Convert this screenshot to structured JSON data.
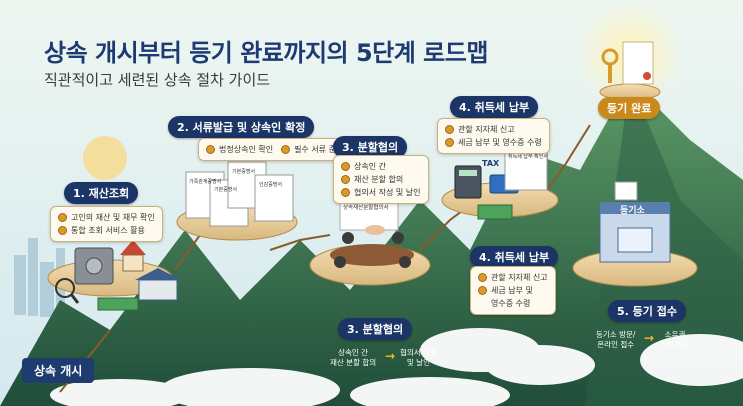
{
  "header": {
    "title": "상속 개시부터 등기 완료까지의 5단계 로드맵",
    "subtitle": "직관적이고 세련된 상속 절차 가이드"
  },
  "start": {
    "label": "상속 개시"
  },
  "finish": {
    "label": "등기 완료"
  },
  "steps": {
    "s1": {
      "title": "1. 재산조회",
      "items": [
        "고인의 재산 및 채무 확인",
        "통합 조회 서비스 활용"
      ]
    },
    "s2": {
      "title": "2. 서류발급 및 상속인 확정",
      "items": [
        "법정상속인 확인",
        "필수 서류 준비"
      ]
    },
    "s3": {
      "title": "3. 분할협의",
      "items": [
        "상속인 간",
        "재산 분할 합의",
        "협의서 작성 및 날인"
      ]
    },
    "s4": {
      "title": "4. 취득세 납부",
      "items": [
        "관할 지자체 신고",
        "세금 납부 및 영수증 수령"
      ]
    },
    "s4b": {
      "title": "4. 취득세 납부",
      "items": [
        "관할 지자체 신고",
        "세금 납부 및",
        "영수증 수령"
      ]
    },
    "s3b": {
      "title": "3. 분할협의",
      "flow_a": [
        "상속인 간",
        "재산 분할 합의"
      ],
      "flow_b": [
        "협의서 작성",
        "및 날인"
      ]
    },
    "s5": {
      "title": "5. 등기 접수",
      "flow_a": [
        "등기소 방문/",
        "온라인 접수"
      ],
      "flow_b": [
        "소유권",
        "이전 완료"
      ]
    }
  },
  "labels": {
    "registry": "등기소",
    "tax": "TAX",
    "doc_agreement": "상속재산분할협의서",
    "doc_receipt": "취득세 납부 확인서",
    "doc_a": "가족관계증명서",
    "doc_b": "기본증명서",
    "doc_c": "기본증명서",
    "doc_d": "인감증명서"
  },
  "icons": [
    "document-icon",
    "magnifier-icon",
    "safe-icon",
    "house-icon",
    "bank-icon",
    "handshake-icon",
    "calculator-icon",
    "card-icon",
    "cash-icon",
    "key-icon",
    "registry-building-icon"
  ],
  "colors": {
    "navy": "#1f3c70",
    "gold": "#d99a2b",
    "mountain_green": "#3f7a52",
    "platform": "#e8cfa0",
    "sky": "#dfeef2"
  }
}
